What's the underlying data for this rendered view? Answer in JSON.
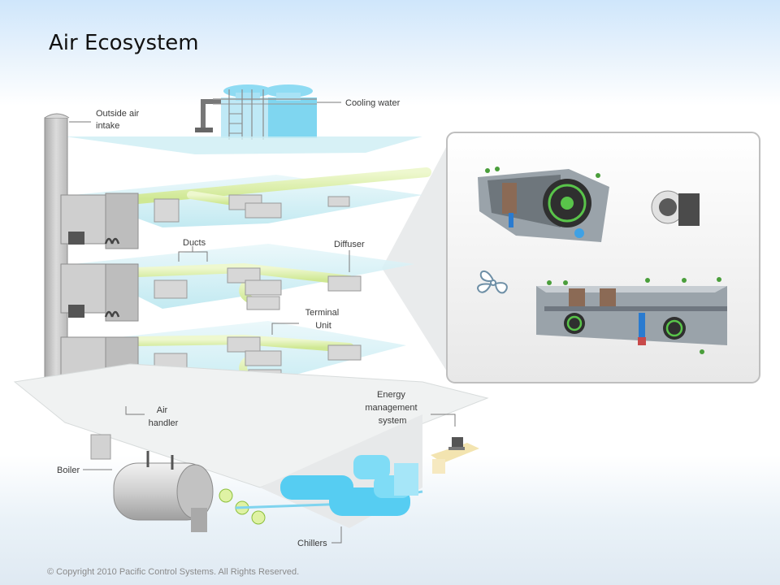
{
  "page": {
    "title": "Air Ecosystem"
  },
  "labels": {
    "outside_air": [
      "Outside air",
      "intake"
    ],
    "cooling_water": "Cooling water",
    "ducts": "Ducts",
    "diffuser": "Diffuser",
    "terminal_unit": [
      "Terminal",
      "Unit"
    ],
    "air_handler": [
      "Air",
      "handler"
    ],
    "energy_management": [
      "Energy",
      "management",
      "system"
    ],
    "boiler": "Boiler",
    "chillers": "Chillers"
  },
  "footer": {
    "copyright": "© Copyright 2010 Pacific Control Systems. All Rights Reserved."
  },
  "colors": {
    "accent_green": "#d6ee9c",
    "water_blue": "#5fd0f3",
    "floor_blue": "#c8ecf3",
    "equipment_gray": "#c9c9c9"
  }
}
